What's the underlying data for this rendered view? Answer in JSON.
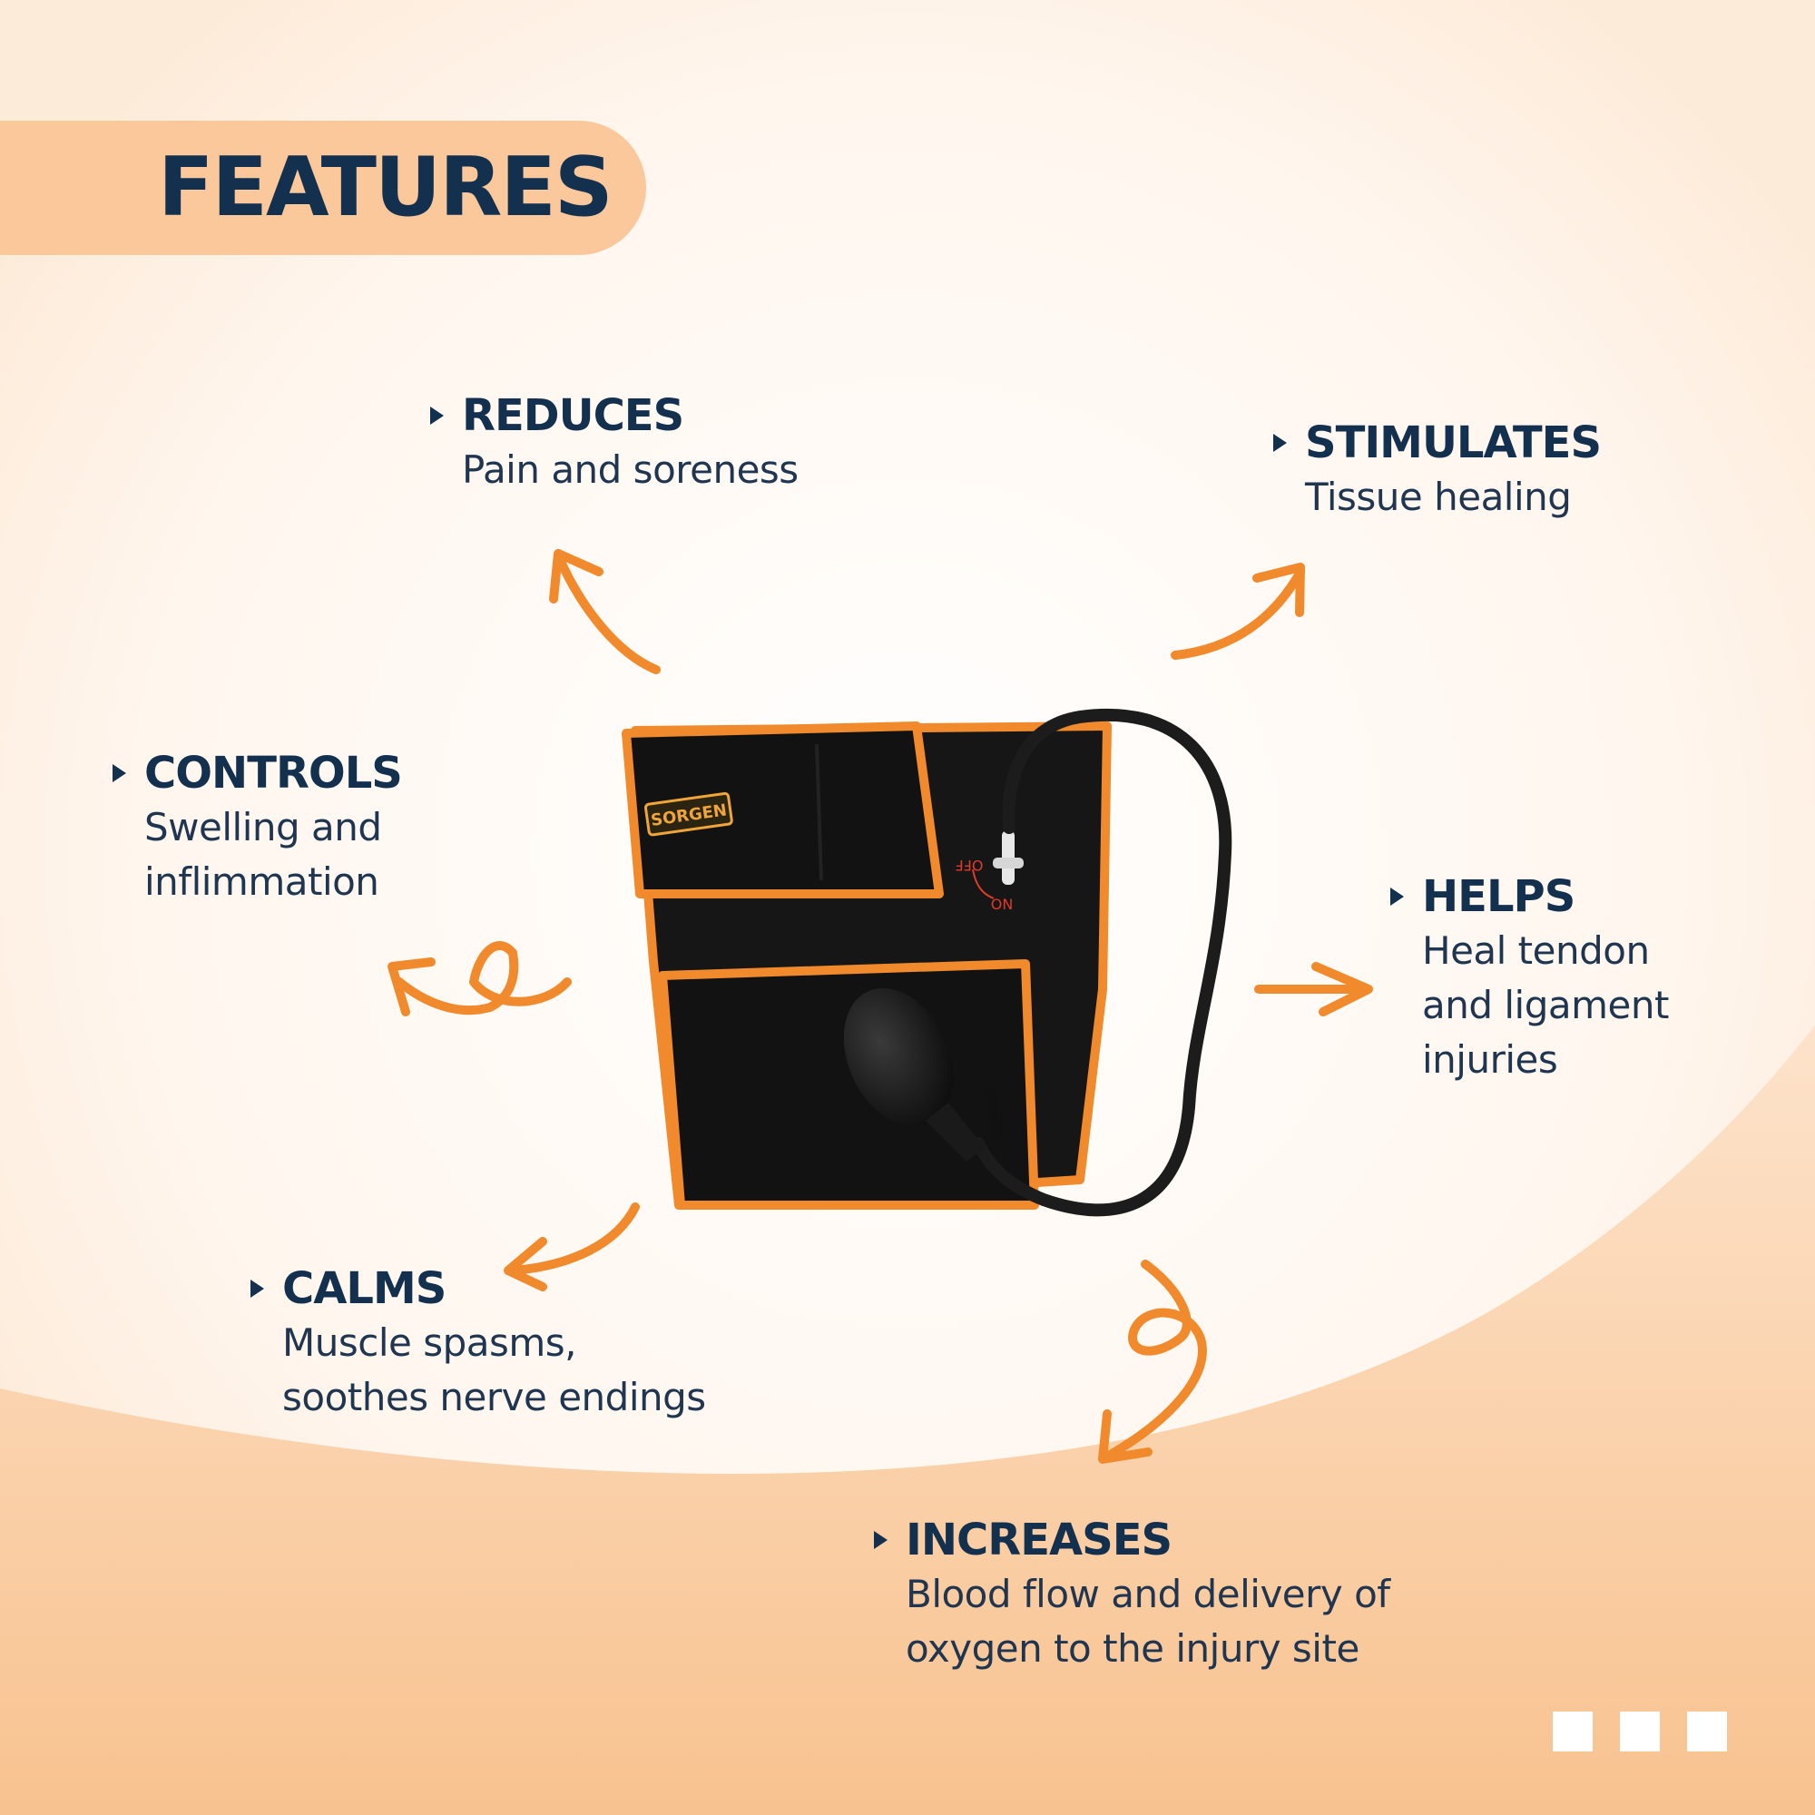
{
  "header": {
    "title": "FEATURES"
  },
  "features": [
    {
      "label": "REDUCES",
      "desc": "Pain and soreness"
    },
    {
      "label": "STIMULATES",
      "desc": "Tissue healing"
    },
    {
      "label": "CONTROLS",
      "desc": "Swelling and\ninflimmation"
    },
    {
      "label": "HELPS",
      "desc": "Heal tendon\nand ligament\ninjuries"
    },
    {
      "label": "CALMS",
      "desc": "Muscle spasms,\nsoothes nerve endings"
    },
    {
      "label": "INCREASES",
      "desc": "Blood flow and delivery of\noxygen to the injury site"
    }
  ],
  "product": {
    "brand": "SORGEN",
    "valve_off": "OFF",
    "valve_on": "ON"
  },
  "colors": {
    "navy": "#14304f",
    "accent": "#f08a2c",
    "pill": "#fbc89c",
    "background": "#fff8f1"
  },
  "pager": {
    "count": 3
  }
}
